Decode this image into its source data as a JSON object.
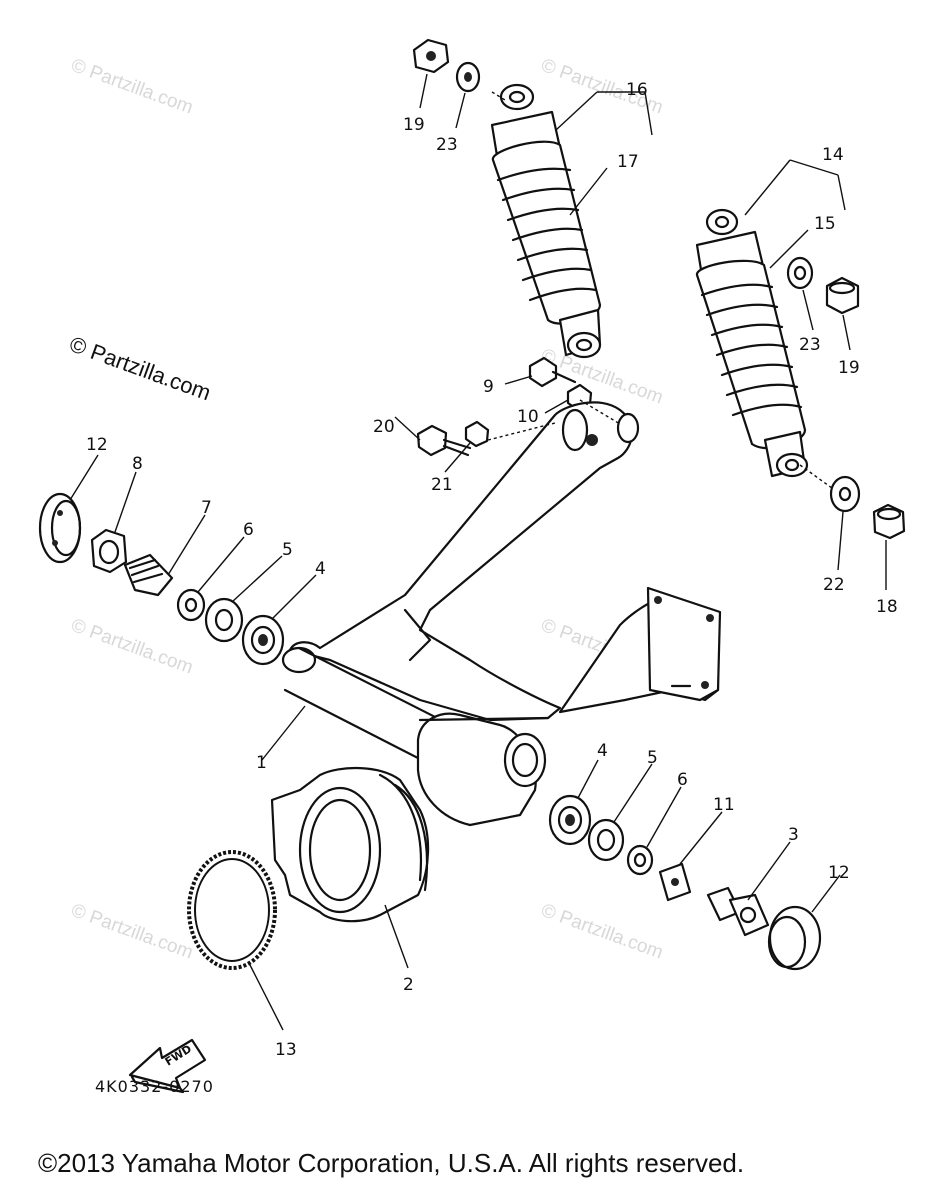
{
  "watermark": {
    "text": "© Partzilla.com"
  },
  "callouts": {
    "c1": "1",
    "c2": "2",
    "c3": "3",
    "c4a": "4",
    "c4b": "4",
    "c5a": "5",
    "c5b": "5",
    "c6a": "6",
    "c6b": "6",
    "c7": "7",
    "c8": "8",
    "c9": "9",
    "c10": "10",
    "c11": "11",
    "c12a": "12",
    "c12b": "12",
    "c13": "13",
    "c14": "14",
    "c15": "15",
    "c16": "16",
    "c17": "17",
    "c18": "18",
    "c19a": "19",
    "c19b": "19",
    "c20": "20",
    "c21": "21",
    "c22": "22",
    "c23a": "23",
    "c23b": "23"
  },
  "fwd_arrow": {
    "label": "FWD"
  },
  "diagram_code": "4K0332-0270",
  "copyright": "©2013 Yamaha Motor Corporation, U.S.A. All rights reserved."
}
